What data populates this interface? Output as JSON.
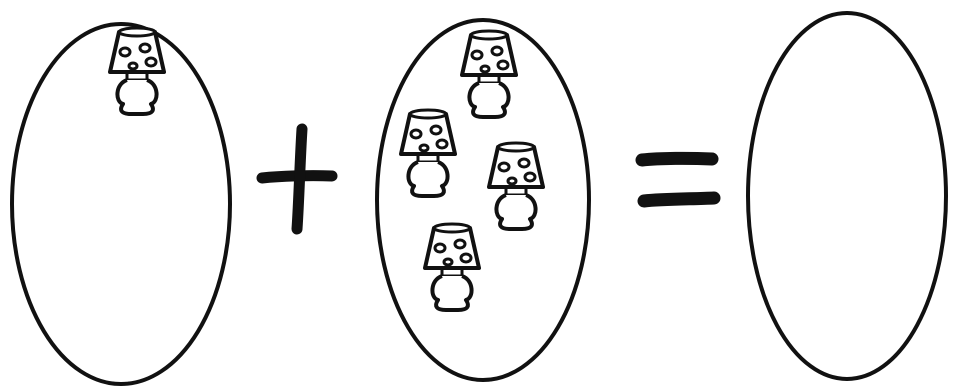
{
  "worksheet": {
    "groups": [
      {
        "lamp_count": 1
      },
      {
        "lamp_count": 4
      },
      {
        "lamp_count": 0
      }
    ],
    "operator_plus": {
      "icon": "plus-sign"
    },
    "operator_equals": {
      "icon": "equals-sign"
    },
    "item_icon": "table-lamp-icon",
    "colors": {
      "ink": "#111111",
      "paper": "#ffffff"
    }
  }
}
